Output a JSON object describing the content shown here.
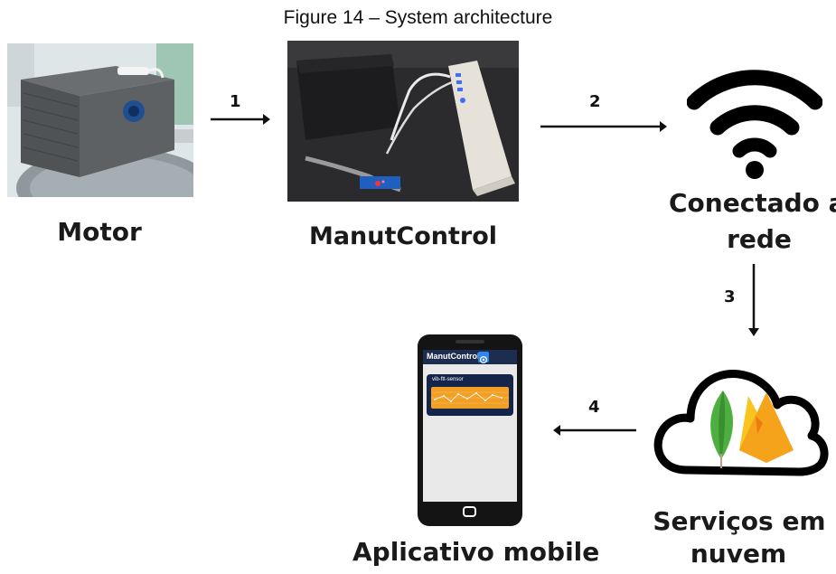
{
  "figure": {
    "caption": "Figure 14 – System architecture"
  },
  "nodes": {
    "motor": {
      "label": "Motor"
    },
    "manutcontrol": {
      "label": "ManutControl"
    },
    "network": {
      "label_line1": "Conectado a",
      "label_line2": "rede"
    },
    "cloud": {
      "label_line1": "Serviços em",
      "label_line2": "nuvem"
    },
    "mobile": {
      "label": "Aplicativo mobile",
      "app_title": "ManutControl",
      "card_title": "vib-ftt-sensor"
    }
  },
  "steps": {
    "one": "1",
    "two": "2",
    "three": "3",
    "four": "4"
  },
  "colors": {
    "arrow": "#111111",
    "wifi": "#000000",
    "mongodb_leaf": "#4caf3f",
    "firebase_flame": "#f6a31c",
    "phone_card": "#15254a",
    "phone_chart": "#f2a025"
  }
}
